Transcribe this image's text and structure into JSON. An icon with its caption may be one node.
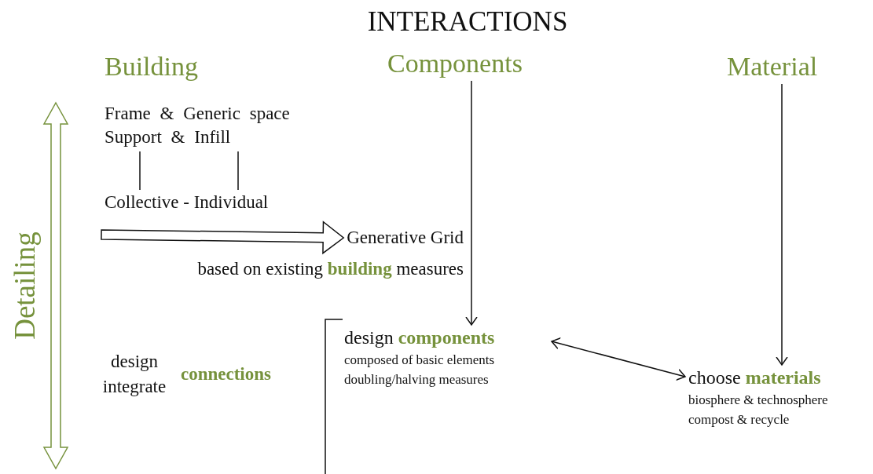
{
  "diagram": {
    "title": "INTERACTIONS",
    "nodes": [
      {
        "text": [
          "Building"
        ]
      },
      {
        "text": [
          "Components"
        ]
      },
      {
        "text": [
          "Material"
        ]
      },
      {
        "text": [
          "Frame & Generic space",
          "Support & Infill"
        ]
      },
      {
        "text": [
          "Collective - Individual"
        ]
      },
      {
        "text": [
          "Generative Grid"
        ],
        "beside": [
          "based on existing **building** measures"
        ]
      },
      {
        "text": [
          "design **components**",
          "composed of basic elements doubling/halving measures"
        ]
      },
      {
        "text": [
          "design integrate",
          "connections"
        ]
      },
      {
        "text": [
          "choose **materials**",
          "biosphere & technosphere compost & recycle"
        ]
      }
    ],
    "edges": [
      {
        "from": 1,
        "to": 6,
        "arrow": "to"
      },
      {
        "from": 2,
        "to": 8,
        "arrow": "to"
      },
      {
        "from": 6,
        "to": 8,
        "arrow": "both"
      },
      {
        "from": 3,
        "to": 4,
        "arrow": "none"
      },
      {
        "from": 3,
        "to": 4,
        "arrow": "none"
      },
      {
        "from": 4,
        "to": 5,
        "arrow": "to",
        "style": "thick"
      }
    ],
    "labels": [
      "Detailing"
    ]
  }
}
